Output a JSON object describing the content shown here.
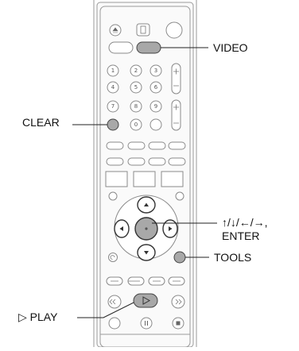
{
  "callouts": {
    "video": "VIDEO",
    "clear": "CLEAR",
    "arrows_line1": "↑/↓/←/→,",
    "arrows_line2": "ENTER",
    "tools": "TOOLS",
    "play": "▷ PLAY"
  },
  "remote": {
    "number_keys": [
      "1",
      "2",
      "3",
      "4",
      "5",
      "6",
      "7",
      "8",
      "9",
      "0"
    ],
    "colors": {
      "body_fill": "#fafafa",
      "body_stroke": "#9a9a9a",
      "key_stroke": "#8a8a8a",
      "highlight_fill": "#a8a8a8",
      "line": "#222222"
    }
  }
}
